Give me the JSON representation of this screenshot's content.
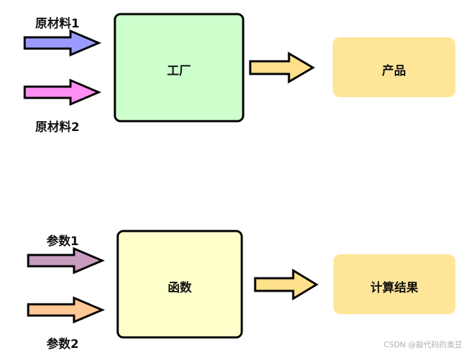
{
  "top": {
    "input1": "原材料1",
    "input2": "原材料2",
    "box": "工厂",
    "output": "产品",
    "colors": {
      "arrow1": "#9b9bff",
      "arrow2": "#ff8ff2",
      "out_arrow": "#ffe08a",
      "box": "#ccffcc",
      "result": "#ffe598"
    }
  },
  "bottom": {
    "input1": "参数1",
    "input2": "参数2",
    "box": "函数",
    "output": "计算结果",
    "colors": {
      "arrow1": "#c79cbf",
      "arrow2": "#ffc895",
      "out_arrow": "#ffe08a",
      "box": "#ffffcc",
      "result": "#ffe598"
    }
  },
  "watermark": "CSDN @敲代码的奥豆"
}
